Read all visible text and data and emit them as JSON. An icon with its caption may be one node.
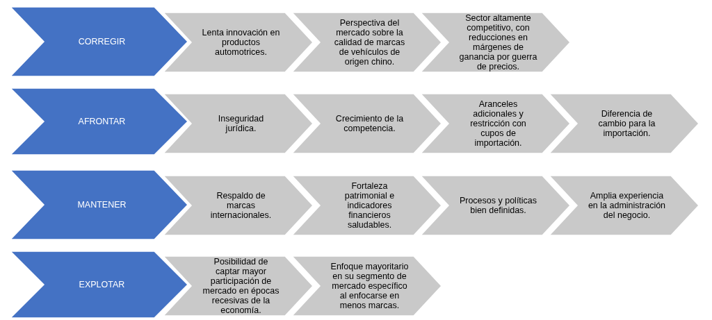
{
  "diagram": {
    "nodes": [
      {
        "text": [
          "CORREGIR"
        ]
      },
      {
        "text": [
          "Lenta innovación en productos automotrices."
        ]
      },
      {
        "text": [
          "Perspectiva del mercado sobre la calidad de marcas de vehículos de origen chino."
        ]
      },
      {
        "text": [
          "Sector altamente competitivo, con reducciones en márgenes de ganancia por guerra de precios."
        ]
      },
      {
        "text": [
          "AFRONTAR"
        ]
      },
      {
        "text": [
          "Inseguridad jurídica."
        ]
      },
      {
        "text": [
          "Crecimiento de la competencia."
        ]
      },
      {
        "text": [
          "Aranceles adicionales y restricción con cupos de importación."
        ]
      },
      {
        "text": [
          "Diferencia de cambio para la importación."
        ]
      },
      {
        "text": [
          "MANTENER"
        ]
      },
      {
        "text": [
          "Respaldo de marcas internacionales."
        ]
      },
      {
        "text": [
          "Fortaleza patrimonial e indicadores financieros saludables."
        ]
      },
      {
        "text": [
          "Procesos y políticas bien definidas."
        ]
      },
      {
        "text": [
          "Amplia experiencia en la administración del negocio."
        ]
      },
      {
        "text": [
          "EXPLOTAR"
        ]
      },
      {
        "text": [
          "Posibilidad de captar mayor participación de mercado en épocas recesivas de la economía."
        ]
      },
      {
        "text": [
          "Enfoque mayoritario en su segmento de mercado específico al enfocarse en menos marcas."
        ]
      }
    ]
  }
}
